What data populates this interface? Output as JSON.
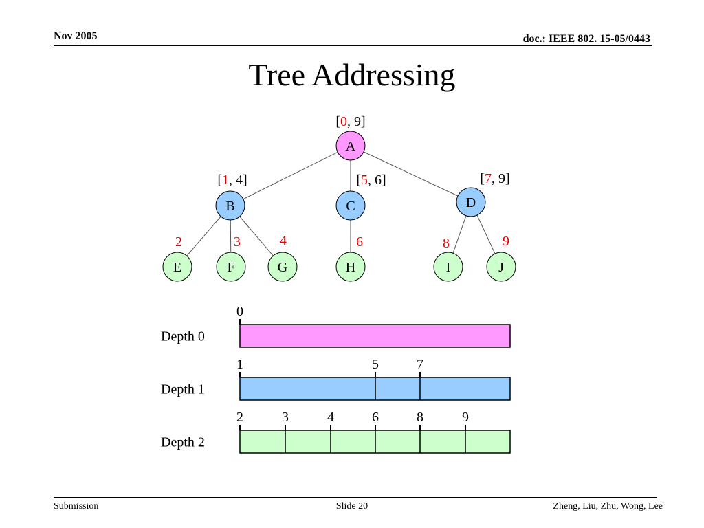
{
  "header": {
    "date": "Nov 2005",
    "doc": "doc.: IEEE 802. 15-05/0443"
  },
  "title": "Tree Addressing",
  "colors": {
    "depth0": "#ff99ff",
    "depth1": "#99ccff",
    "depth2": "#ccffcc",
    "accent_red": "#e00000",
    "edge": "#555555"
  },
  "tree": {
    "nodes": [
      {
        "id": "A",
        "label": "A",
        "depth": 0
      },
      {
        "id": "B",
        "label": "B",
        "depth": 1
      },
      {
        "id": "C",
        "label": "C",
        "depth": 1
      },
      {
        "id": "D",
        "label": "D",
        "depth": 1
      },
      {
        "id": "E",
        "label": "E",
        "depth": 2
      },
      {
        "id": "F",
        "label": "F",
        "depth": 2
      },
      {
        "id": "G",
        "label": "G",
        "depth": 2
      },
      {
        "id": "H",
        "label": "H",
        "depth": 2
      },
      {
        "id": "I",
        "label": "I",
        "depth": 2
      },
      {
        "id": "J",
        "label": "J",
        "depth": 2
      }
    ],
    "edges": [
      {
        "from": "A",
        "to": "B"
      },
      {
        "from": "A",
        "to": "C"
      },
      {
        "from": "A",
        "to": "D"
      },
      {
        "from": "B",
        "to": "E"
      },
      {
        "from": "B",
        "to": "F"
      },
      {
        "from": "B",
        "to": "G"
      },
      {
        "from": "C",
        "to": "H"
      },
      {
        "from": "D",
        "to": "I"
      },
      {
        "from": "D",
        "to": "J"
      }
    ],
    "ranges": [
      {
        "node": "A",
        "start": "0",
        "end": "9"
      },
      {
        "node": "B",
        "start": "1",
        "end": "4"
      },
      {
        "node": "C",
        "start": "5",
        "end": "6"
      },
      {
        "node": "D",
        "start": "7",
        "end": "9"
      }
    ],
    "leaf_addresses": [
      {
        "node": "E",
        "address": "2"
      },
      {
        "node": "F",
        "address": "3"
      },
      {
        "node": "G",
        "address": "4"
      },
      {
        "node": "H",
        "address": "6"
      },
      {
        "node": "I",
        "address": "8"
      },
      {
        "node": "J",
        "address": "9"
      }
    ]
  },
  "depth_bars": [
    {
      "label": "Depth 0",
      "ticks": [
        "0"
      ]
    },
    {
      "label": "Depth 1",
      "ticks": [
        "1",
        "5",
        "7"
      ]
    },
    {
      "label": "Depth 2",
      "ticks": [
        "2",
        "3",
        "4",
        "6",
        "8",
        "9"
      ]
    }
  ],
  "footer": {
    "left": "Submission",
    "center": "Slide 20",
    "right": "Zheng, Liu, Zhu, Wong, Lee"
  }
}
